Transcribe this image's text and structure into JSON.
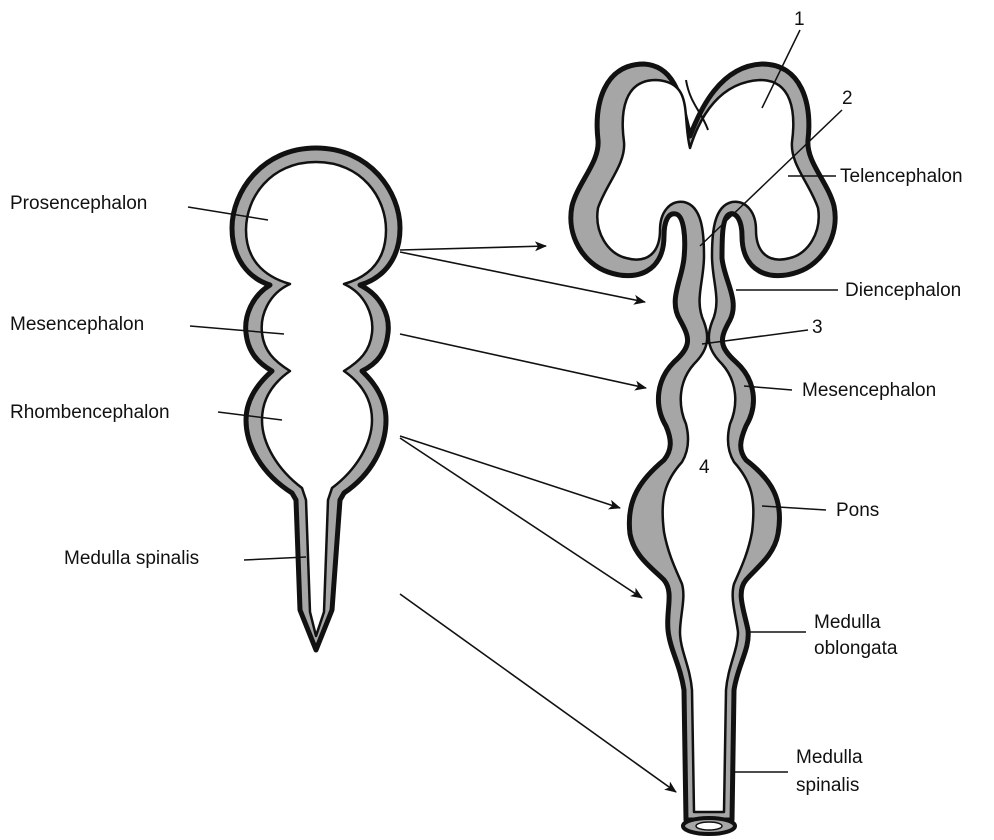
{
  "diagram": {
    "colors": {
      "outline": "#111111",
      "wall_fill": "#a6a6a6",
      "lumen_fill": "#ffffff",
      "leader": "#111111"
    },
    "left_labels": {
      "prosencephalon": "Prosencephalon",
      "mesencephalon": "Mesencephalon",
      "rhombencephalon": "Rhombencephalon",
      "medulla_spinalis": "Medulla spinalis"
    },
    "right_labels": {
      "telencephalon": "Telencephalon",
      "diencephalon": "Diencephalon",
      "mesencephalon": "Mesencephalon",
      "pons": "Pons",
      "medulla_oblongata": "Medulla oblongata",
      "medulla_spinalis": "Medulla spinalis"
    },
    "numbers": {
      "n1": "1",
      "n2": "2",
      "n3": "3",
      "n4": "4"
    }
  }
}
